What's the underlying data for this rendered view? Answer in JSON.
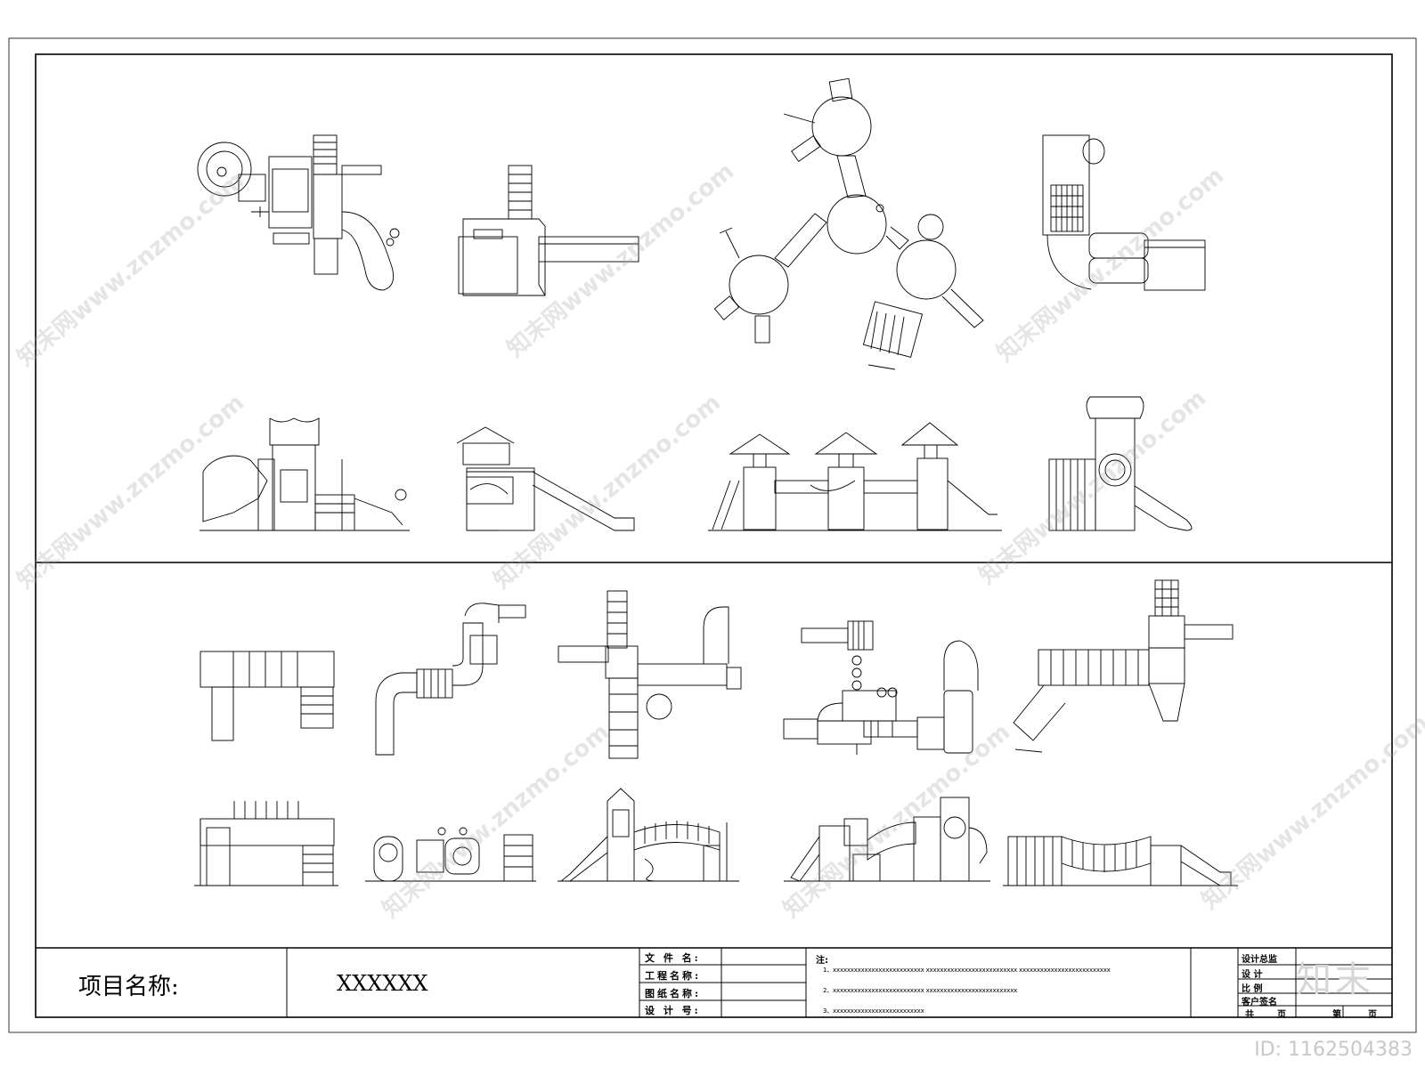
{
  "title_block": {
    "project_label": "项目名称:",
    "project_value": "XXXXXX",
    "fields": [
      "文 件 名:",
      "工程名称:",
      "图纸名称:",
      "设 计 号:"
    ],
    "notes_heading": "注:",
    "notes": [
      "1、xxxxxxxxxxxxxxxxxxxxxxxxxx    xxxxxxxxxxxxxxxxxxxxxxxxxx    xxxxxxxxxxxxxxxxxxxxxxxxxx",
      "2、xxxxxxxxxxxxxxxxxxxxxxxxxx    xxxxxxxxxxxxxxxxxxxxxxxxxx",
      "3、xxxxxxxxxxxxxxxxxxxxxxxxxx"
    ],
    "sign_rows": [
      "设计总监",
      "设    计",
      "比    例",
      "客户签名"
    ],
    "page_total_label": "共",
    "page_unit_1": "页",
    "page_current_label": "第",
    "page_unit_2": "页"
  },
  "stamps": {
    "id": "ID: 1162504383",
    "brand": "知末"
  },
  "watermark_text": "知末网www.znzmo.com",
  "drawing_views": [
    "playground-1-plan",
    "playground-2-plan",
    "playground-3-plan",
    "playground-4-plan",
    "playground-1-elevation",
    "playground-2-elevation",
    "playground-3-elevation",
    "playground-4-elevation",
    "playground-5-plan",
    "playground-6-plan",
    "playground-7-plan",
    "playground-8-plan",
    "playground-9-plan",
    "playground-5-elevation",
    "playground-6-elevation",
    "playground-7-elevation",
    "playground-8-elevation",
    "playground-9-elevation"
  ]
}
